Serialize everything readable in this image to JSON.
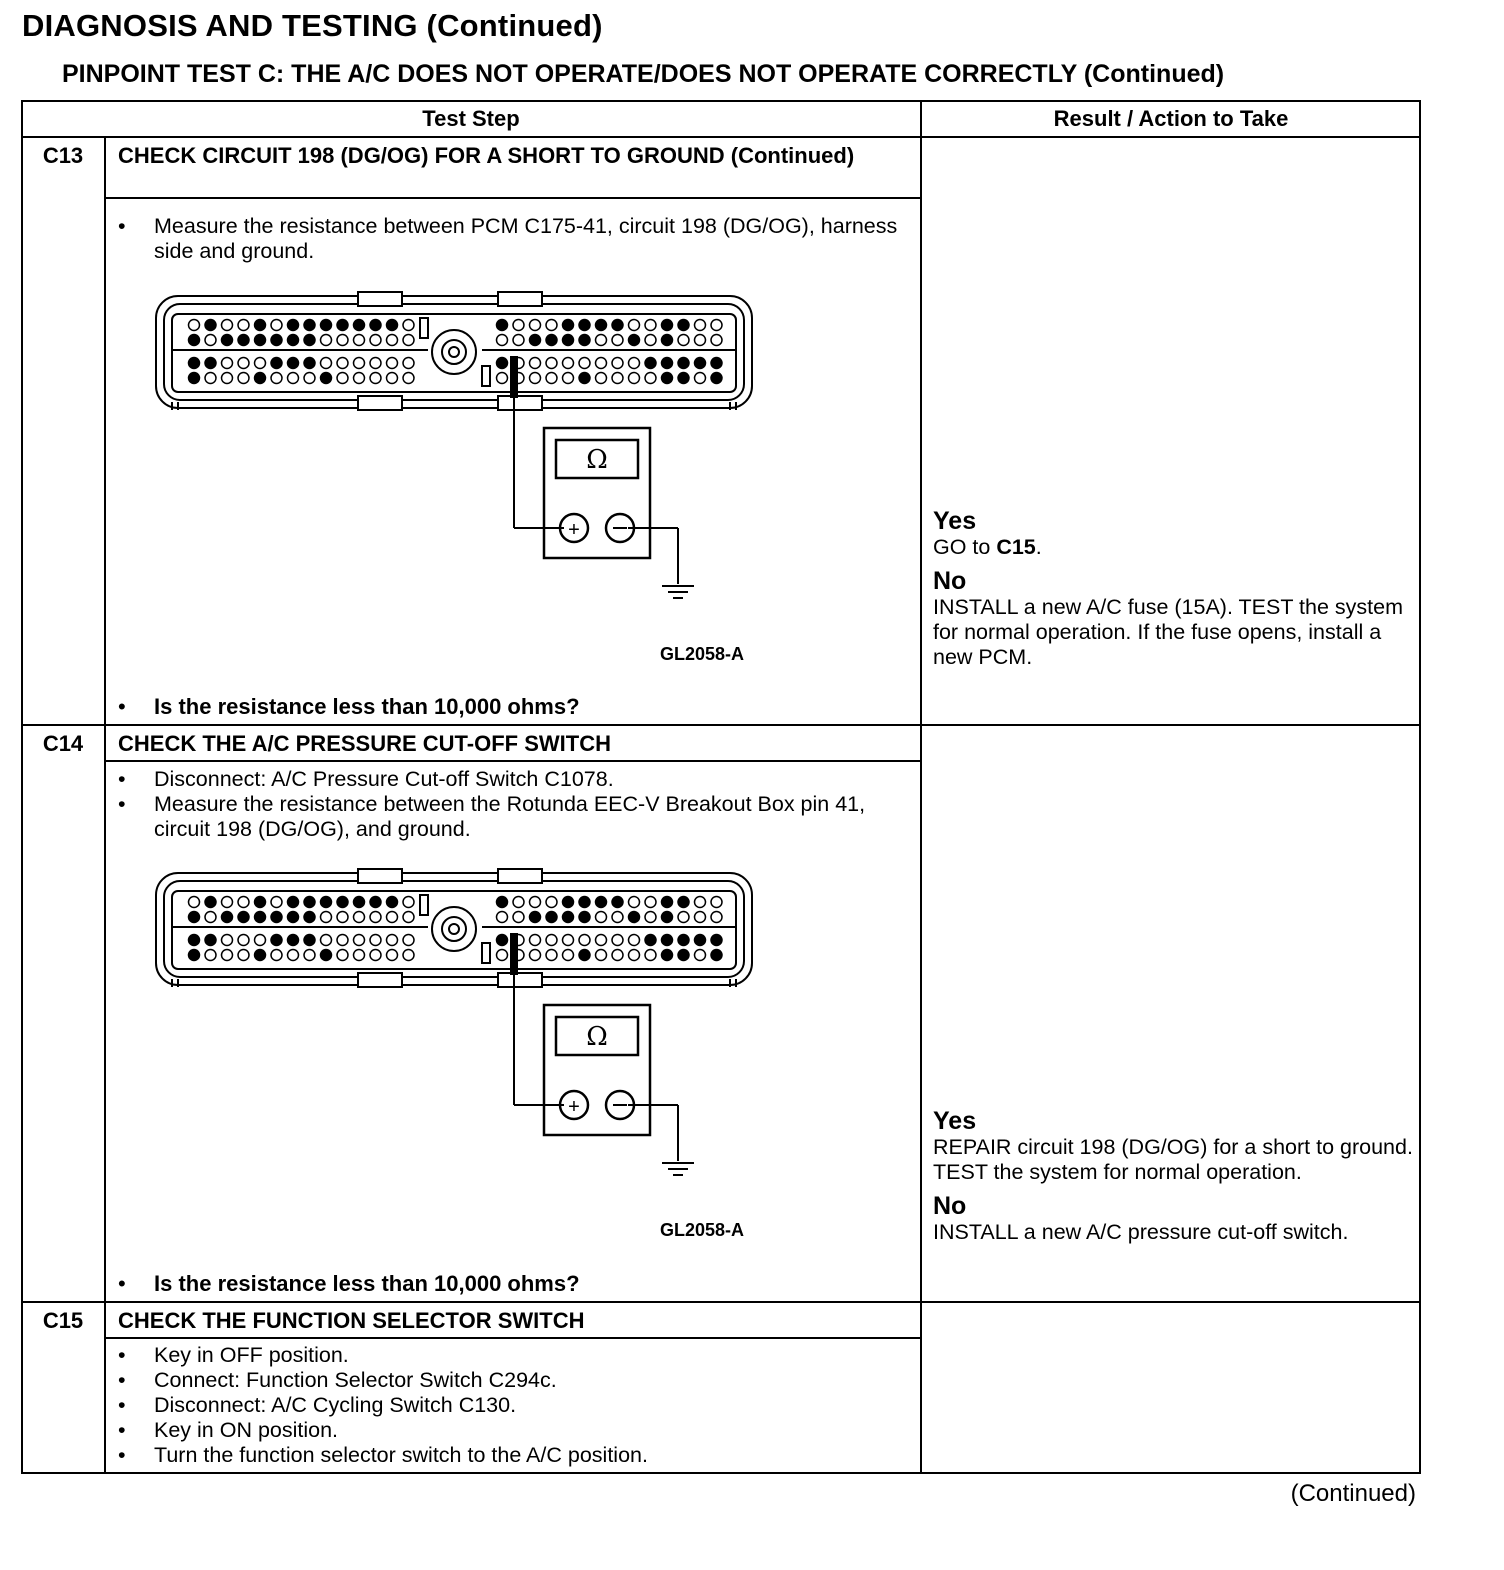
{
  "header": {
    "title": "DIAGNOSIS AND TESTING (Continued)",
    "subtitle": "PINPOINT TEST C: THE A/C DOES NOT OPERATE/DOES NOT OPERATE CORRECTLY (Continued)"
  },
  "table": {
    "col_test_step": "Test Step",
    "col_result": "Result / Action to Take"
  },
  "steps": [
    {
      "id": "C13",
      "title": "CHECK CIRCUIT 198 (DG/OG) FOR A SHORT TO GROUND (Continued)",
      "bullets": [
        "Measure the resistance between PCM C175-41, circuit 198 (DG/OG), harness side and ground."
      ],
      "figure_label": "GL2058-A",
      "ohm_symbol": "Ω",
      "question": "Is the resistance less than 10,000 ohms?",
      "yes_label": "Yes",
      "yes_pre": "GO to ",
      "yes_bold": "C15",
      "yes_post": ".",
      "no_label": "No",
      "no_text": "INSTALL a new A/C fuse (15A). TEST the system for normal operation. If the fuse opens, install a new PCM."
    },
    {
      "id": "C14",
      "title": "CHECK THE A/C PRESSURE CUT-OFF SWITCH",
      "bullets": [
        "Disconnect: A/C Pressure Cut-off Switch C1078.",
        "Measure the resistance between the Rotunda EEC-V Breakout Box pin 41, circuit 198 (DG/OG), and ground."
      ],
      "figure_label": "GL2058-A",
      "ohm_symbol": "Ω",
      "question": "Is the resistance less than 10,000 ohms?",
      "yes_label": "Yes",
      "yes_text": "REPAIR circuit 198 (DG/OG) for a short to ground. TEST the system for normal operation.",
      "no_label": "No",
      "no_text": "INSTALL a new A/C pressure cut-off switch."
    },
    {
      "id": "C15",
      "title": "CHECK THE FUNCTION SELECTOR SWITCH",
      "bullets": [
        "Key in OFF position.",
        "Connect: Function Selector Switch C294c.",
        "Disconnect: A/C Cycling Switch C130.",
        "Key in ON position.",
        "Turn the function selector switch to the A/C position."
      ]
    }
  ],
  "footer": {
    "continued": "(Continued)"
  }
}
